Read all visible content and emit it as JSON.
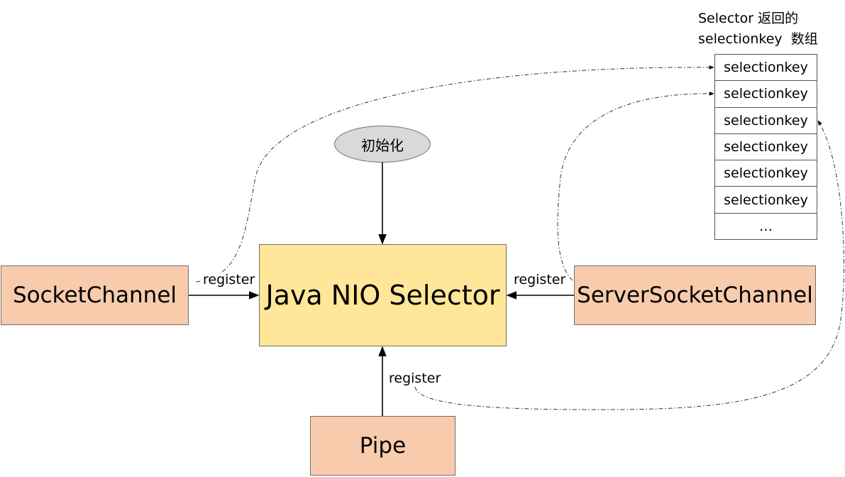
{
  "nodes": {
    "init": "初始化",
    "selector": "Java NIO Selector",
    "socket_channel": "SocketChannel",
    "server_socket_channel": "ServerSocketChannel",
    "pipe": "Pipe"
  },
  "edges": {
    "register_left": "register",
    "register_right": "register",
    "register_bottom": "register"
  },
  "key_array": {
    "title_line1": "Selector 返回的",
    "title_line2": "selectionkey  数组",
    "items": [
      "selectionkey",
      "selectionkey",
      "selectionkey",
      "selectionkey",
      "selectionkey",
      "selectionkey",
      "…"
    ]
  }
}
